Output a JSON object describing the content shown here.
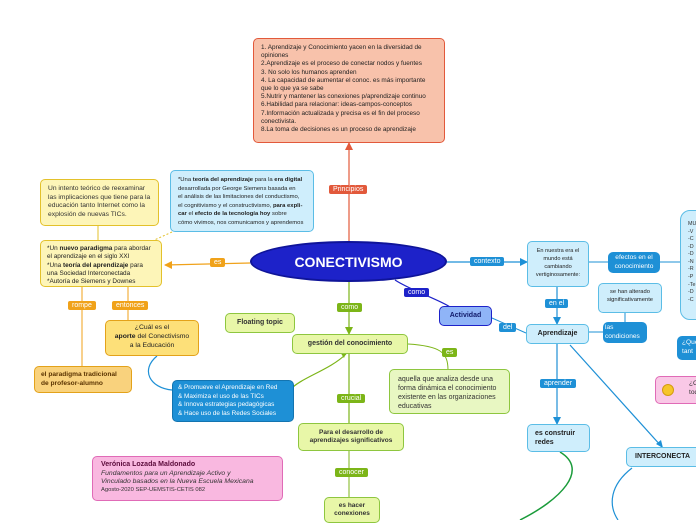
{
  "center": {
    "title": "CONECTIVISMO"
  },
  "principios": {
    "label": "Principios",
    "lines": [
      "1. Aprendizaje y Conocimiento yacen en la diversidad de opiniones",
      "2.Aprendizaje es el proceso de conectar nodos y fuentes",
      "3. No solo los humanos aprenden",
      "4. La capacidad de aumentar el conoc. es más importante que lo que ya se sabe",
      "5.Nutrir y mantener las conexiones p/aprendizaje continuo",
      "6.Habilidad para relacionar: ideas-campos-conceptos",
      "7.Información actualizada y precisa es el fin del proceso conectivista.",
      "8.La toma de decisiones es un proceso de aprendizaje"
    ]
  },
  "teoria_box": {
    "line1_a": "*Una ",
    "line1_b": "teoría del aprendizaje",
    "line1_c": " para la ",
    "line1_d": "era digital",
    "line2": "desarrollada por George Siemens basada en",
    "line3": "el análisis de las limitaciones del conductismo,",
    "line4_a": "el cognitivismo y el constructivismo, ",
    "line4_b": "para expli-",
    "line5_a": "car",
    " line5_b": "",
    "line5_c": " el ",
    "line5_d": "efecto de la tecnología hoy",
    "line5_e": " sobre",
    "line6": "cómo vivimos, nos comunicamos y aprendemos"
  },
  "intento": {
    "text": "Un intento teórico de reexaminar las implicaciones que tiene para la educación tanto Internet como la explosión de nuevas TICs."
  },
  "es_label": "es",
  "paradigma": {
    "l1a": "*Un ",
    "l1b": "nuevo paradigma",
    "l1c": " para abordar",
    "l2": "el aprendizaje en el siglo XXI",
    "l3a": "*Una ",
    "l3b": "teoría del aprendizaje",
    "l3c": " para",
    "l4": "una Sociedad Interconectada",
    "l5": "*Autoría de Siemens y Downes"
  },
  "rompe_label": "rompe",
  "entonces_label": "entonces",
  "paradigma_trad": {
    "text": "el paradigma tradicional de profesor-alumno"
  },
  "aporte": {
    "l1": "¿Cuál es el",
    "l2a": "aporte",
    "l2b": " del Conectivismo",
    "l3": "a la Educación"
  },
  "aporte_list": [
    "& Promueve el Aprendizaje en Red",
    "& Maximiza el uso de las TICs",
    "& Innova estrategias pedagógicas",
    "& Hace uso de las Redes Sociales"
  ],
  "floating": {
    "text": "Floating topic"
  },
  "como_label": "como",
  "gestion": {
    "text": "gestión del conocimiento"
  },
  "es2_label": "es",
  "aquella": {
    "text": "aquella que analiza desde una forma dinámica el conocimiento existente en las organizaciones educativas"
  },
  "crucial_label": "crucial",
  "desarrollo": {
    "text": "Para el desarrollo de aprendizajes significativos"
  },
  "conocer_label": "conocer",
  "hacer": {
    "text": "es hacer conexiones"
  },
  "author": {
    "name": "Verónica Lozada Maldonado",
    "line2": "Fundamentos para un Aprendizaje Activo y",
    "line3": "Vinculado basados en la Nueva Escuela Mexicana",
    "line4": "Agosto-2020 SEP-UEMSTIS-CETIS 082"
  },
  "como2_label": "como",
  "actividad": {
    "text": "Actividad"
  },
  "del_label": "del",
  "contexto_label": "contexto",
  "mundo": {
    "text": "En nuestra era el mundo está cambiando vertiginosamente:"
  },
  "efectos_label": "efectos en el conocimiento",
  "en_el_label": "en el",
  "aprendizaje": {
    "text": "Aprendizaje"
  },
  "alterado": {
    "text": "se han alterado significativamente"
  },
  "condiciones_label": "las condiciones",
  "aprender_label": "aprender",
  "construir": {
    "text": "es construir redes"
  },
  "interconecta": {
    "text": "INTERCONECTA"
  },
  "right_partial": {
    "lines": [
      "MU",
      "-V",
      "-C",
      "-D",
      "-D",
      "-N",
      "-R",
      "-P",
      "-Te",
      "-D",
      "-C"
    ]
  },
  "que_tant": {
    "l1": "¿Qué",
    "l2": "tant"
  },
  "c_todo": {
    "l1": "¿C",
    "l2": "todo"
  }
}
